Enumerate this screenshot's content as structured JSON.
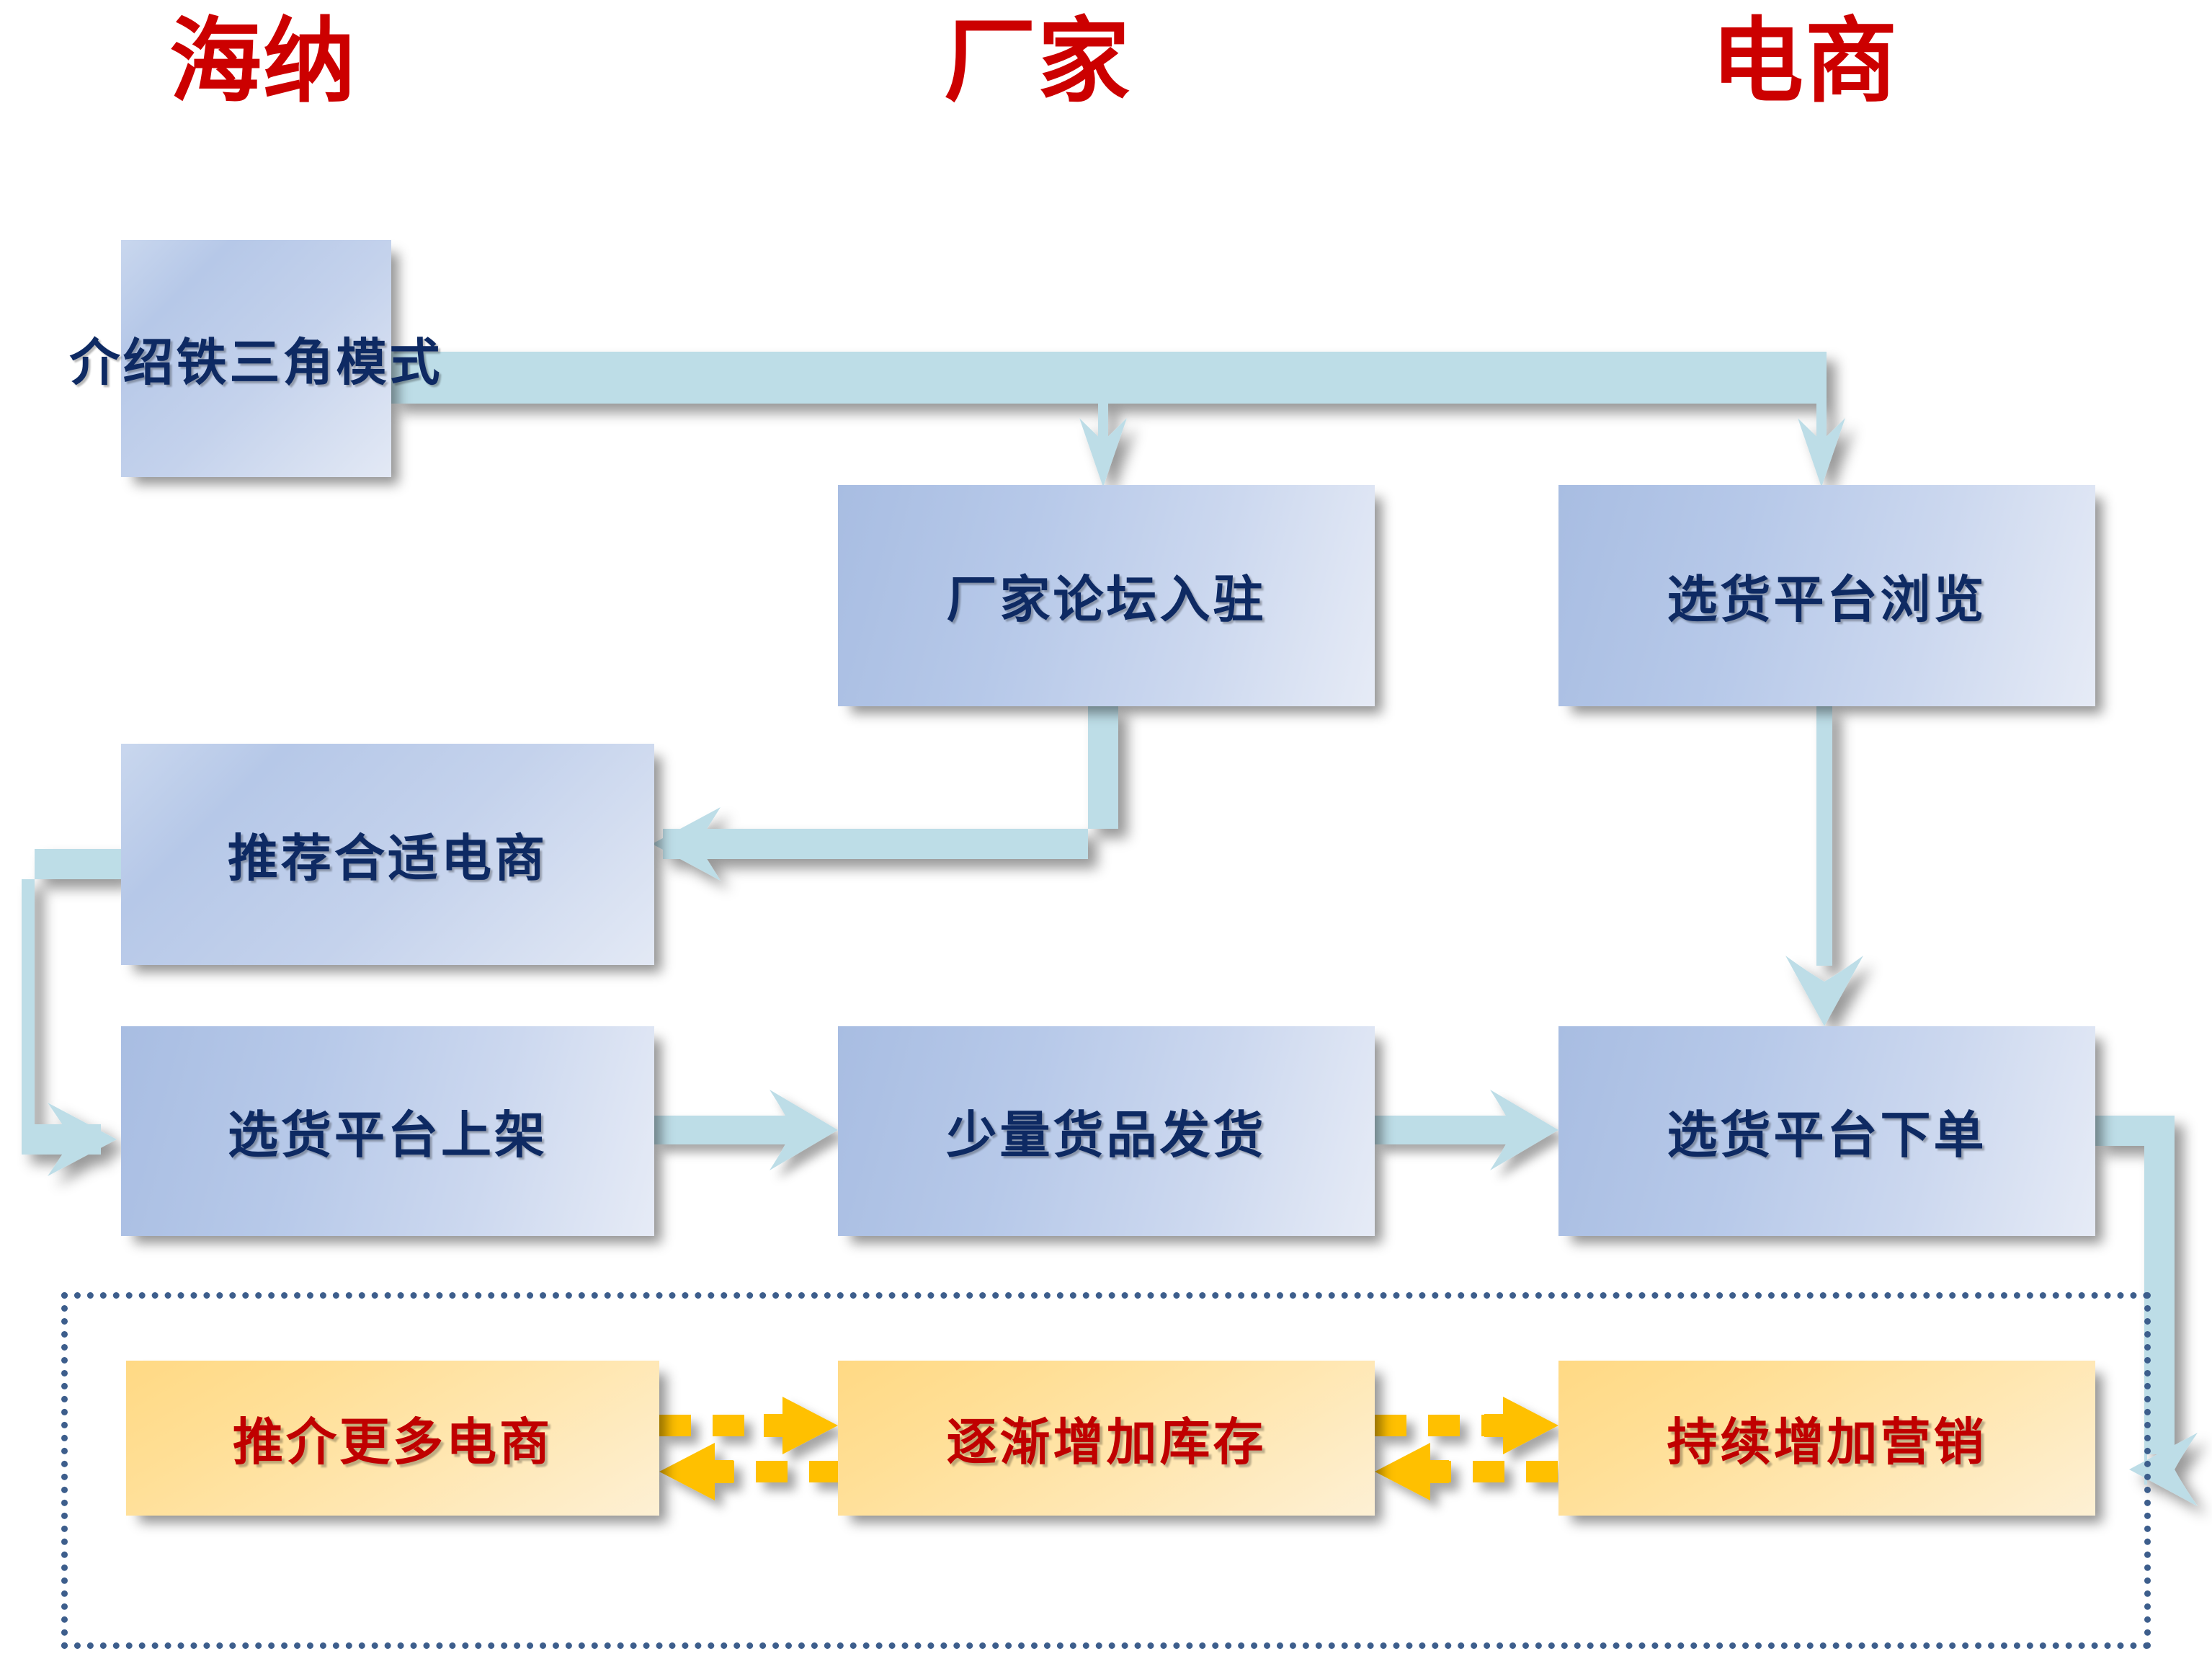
{
  "headers": [
    {
      "id": "hainar",
      "label": "海纳"
    },
    {
      "id": "factory",
      "label": "厂家"
    },
    {
      "id": "ecommerce",
      "label": "电商"
    }
  ],
  "colors": {
    "header_red": "#CC0000",
    "blue_box_text": "#0E2A63",
    "orange_box_text": "#C00000",
    "blue_arrow": "#BDDDE7",
    "orange_arrow": "#FFC000",
    "dotted_border": "#3D5E8C"
  },
  "nodes": {
    "intro": {
      "label": "介绍铁三角模式",
      "column": "海纳",
      "style": "blue"
    },
    "forum": {
      "label": "厂家论坛入驻",
      "column": "厂家",
      "style": "blue"
    },
    "browse": {
      "label": "选货平台浏览",
      "column": "电商",
      "style": "blue"
    },
    "recommend": {
      "label": "推荐合适电商",
      "column": "海纳",
      "style": "blue"
    },
    "shelf": {
      "label": "选货平台上架",
      "column": "海纳",
      "style": "blue"
    },
    "ship": {
      "label": "少量货品发货",
      "column": "厂家",
      "style": "blue"
    },
    "order": {
      "label": "选货平台下单",
      "column": "电商",
      "style": "blue"
    },
    "promote": {
      "label": "推介更多电商",
      "column": "海纳",
      "style": "orange"
    },
    "stock": {
      "label": "逐渐增加库存",
      "column": "厂家",
      "style": "orange"
    },
    "market": {
      "label": "持续增加营销",
      "column": "电商",
      "style": "orange"
    }
  },
  "edges": [
    {
      "from": "intro",
      "to": "forum",
      "kind": "solid-blue",
      "shape": "elbow-down"
    },
    {
      "from": "intro",
      "to": "browse",
      "kind": "solid-blue",
      "shape": "elbow-down"
    },
    {
      "from": "forum",
      "to": "recommend",
      "kind": "solid-blue",
      "shape": "elbow-left"
    },
    {
      "from": "recommend",
      "to": "shelf",
      "kind": "solid-blue",
      "shape": "loop-left"
    },
    {
      "from": "shelf",
      "to": "ship",
      "kind": "solid-blue",
      "shape": "straight-right"
    },
    {
      "from": "ship",
      "to": "order",
      "kind": "solid-blue",
      "shape": "straight-right"
    },
    {
      "from": "browse",
      "to": "order",
      "kind": "solid-blue",
      "shape": "straight-down"
    },
    {
      "from": "order",
      "to": "loop-group",
      "kind": "solid-blue",
      "shape": "elbow-right-down"
    },
    {
      "from": "promote",
      "to": "stock",
      "kind": "dashed-orange",
      "shape": "straight-right"
    },
    {
      "from": "stock",
      "to": "market",
      "kind": "dashed-orange",
      "shape": "straight-right"
    },
    {
      "from": "stock",
      "to": "promote",
      "kind": "dashed-orange",
      "shape": "straight-left"
    },
    {
      "from": "market",
      "to": "stock",
      "kind": "dashed-orange",
      "shape": "straight-left"
    }
  ],
  "groups": {
    "cycle_group": {
      "label": "",
      "border": "dotted",
      "members": [
        "promote",
        "stock",
        "market"
      ]
    }
  }
}
